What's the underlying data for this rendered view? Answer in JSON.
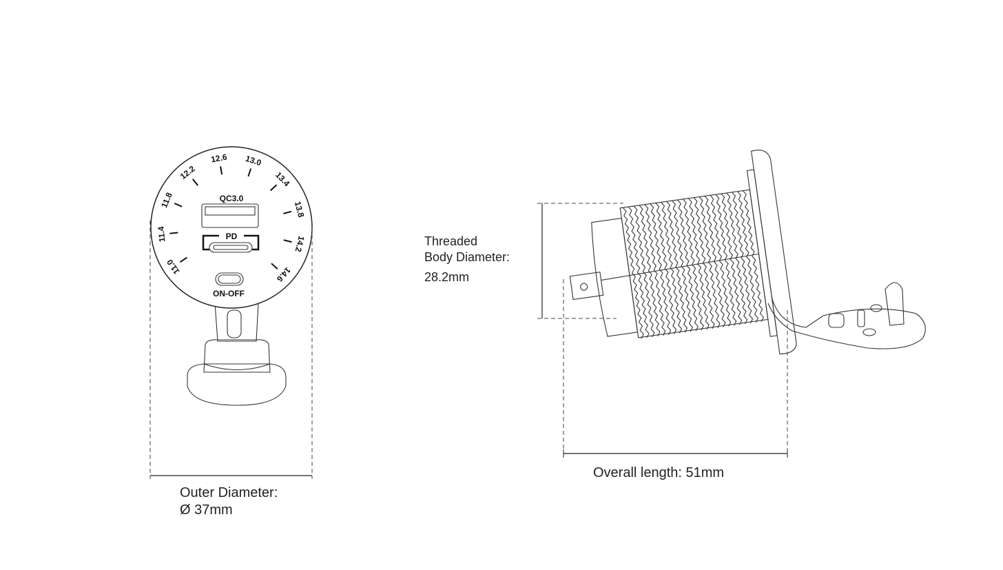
{
  "front_view": {
    "dial_scale": [
      "11.0",
      "11.4",
      "11.8",
      "12.2",
      "12.6",
      "13.0",
      "13.4",
      "13.8",
      "14.2",
      "14.6"
    ],
    "usb_a_label": "QC3.0",
    "usb_c_label": "PD",
    "switch_label": "ON-OFF",
    "dimension_title": "Outer Diameter:",
    "dimension_value": "Ø 37mm"
  },
  "side_view": {
    "threaded_line1": "Threaded",
    "threaded_line2": "Body Diameter:",
    "threaded_value": "28.2mm",
    "overall_length": "Overall length: 51mm"
  }
}
